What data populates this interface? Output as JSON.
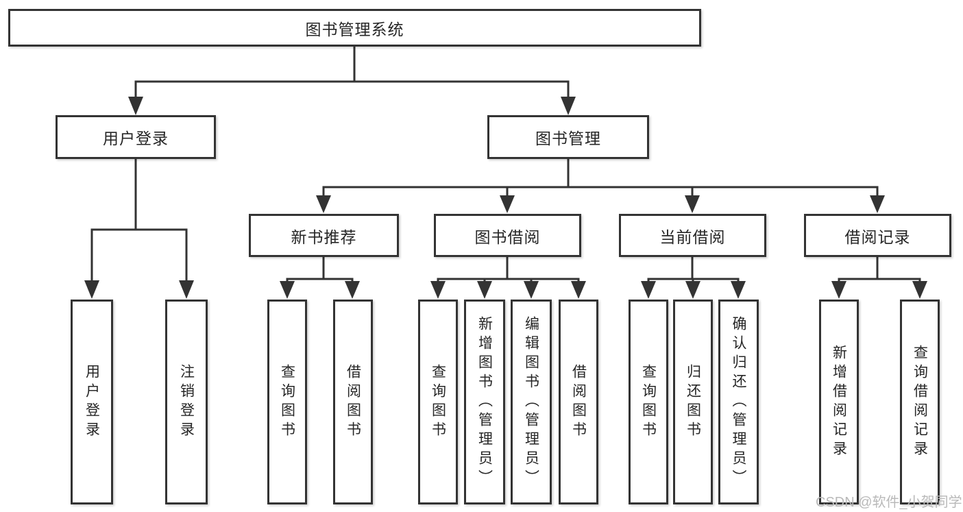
{
  "tree": {
    "root": "图书管理系统",
    "children": [
      {
        "label": "用户登录",
        "children": [
          "用户登录",
          "注销登录"
        ]
      },
      {
        "label": "图书管理",
        "children": [
          {
            "label": "新书推荐",
            "children": [
              "查询图书",
              "借阅图书"
            ]
          },
          {
            "label": "图书借阅",
            "children": [
              "查询图书",
              "新增图书（管理员）",
              "编辑图书（管理员）",
              "借阅图书"
            ]
          },
          {
            "label": "当前借阅",
            "children": [
              "查询图书",
              "归还图书",
              "确认归还（管理员）"
            ]
          },
          {
            "label": "借阅记录",
            "children": [
              "新增借阅记录",
              "查询借阅记录"
            ]
          }
        ]
      }
    ]
  },
  "watermark": {
    "text": "CSDN @软件_小贺同学"
  },
  "colors": {
    "line": "#333333",
    "box_border": "#333333",
    "text": "#262626",
    "background": "#ffffff",
    "watermark": "#b9b9b9"
  }
}
